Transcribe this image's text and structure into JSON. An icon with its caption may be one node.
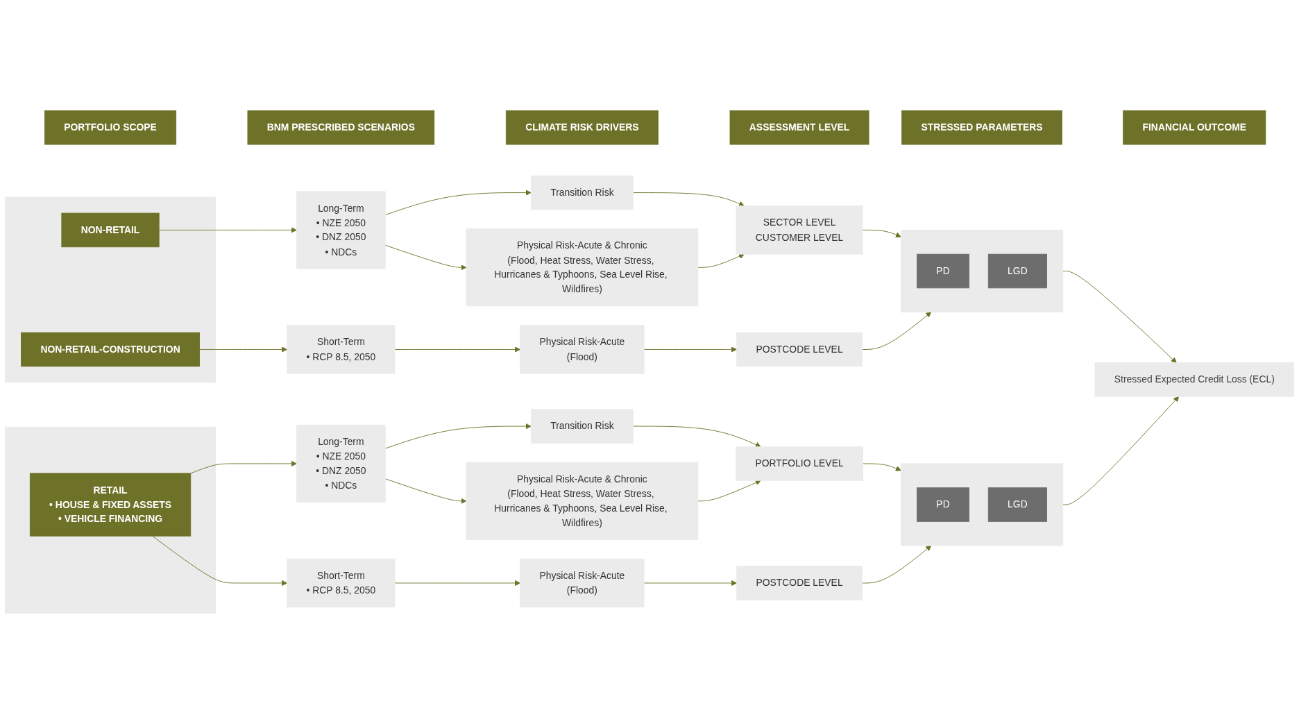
{
  "diagram": {
    "nodes": [
      {
        "text": [
          "PORTFOLIO SCOPE"
        ]
      },
      {
        "text": [
          "BNM PRESCRIBED SCENARIOS"
        ]
      },
      {
        "text": [
          "CLIMATE RISK DRIVERS"
        ]
      },
      {
        "text": [
          "ASSESSMENT LEVEL"
        ]
      },
      {
        "text": [
          "STRESSED PARAMETERS"
        ]
      },
      {
        "text": [
          "FINANCIAL OUTCOME"
        ]
      },
      {
        "text": [],
        "shape": "box"
      },
      {
        "text": [
          "NON-RETAIL"
        ],
        "in": 6
      },
      {
        "text": [
          "NON-RETAIL-CONSTRUCTION"
        ],
        "in": 6
      },
      {
        "text": [
          "Long-Term",
          "• NZE 2050",
          "• DNZ 2050",
          "• NDCs"
        ]
      },
      {
        "text": [
          "Transition Risk"
        ]
      },
      {
        "text": [
          "Physical Risk-Acute & Chronic",
          "(Flood, Heat Stress, Water Stress, Hurricanes & Typhoons, Sea Level Rise, Wildfires)"
        ]
      },
      {
        "text": [
          "SECTOR LEVEL",
          "CUSTOMER LEVEL"
        ]
      },
      {
        "text": [
          "Short-Term",
          "• RCP 8.5, 2050"
        ]
      },
      {
        "text": [
          "Physical Risk-Acute",
          "(Flood)"
        ]
      },
      {
        "text": [
          "POSTCODE LEVEL"
        ]
      },
      {
        "text": [],
        "shape": "box"
      },
      {
        "text": [
          "PD"
        ],
        "in": 16
      },
      {
        "text": [
          "LGD"
        ],
        "in": 16
      },
      {
        "text": [
          "Stressed Expected Credit Loss (ECL)"
        ]
      },
      {
        "text": [],
        "shape": "box"
      },
      {
        "text": [
          "RETAIL",
          "• HOUSE & FIXED ASSETS",
          "• VEHICLE FINANCING"
        ],
        "in": 20
      },
      {
        "text": [
          "Long-Term",
          "• NZE 2050",
          "• DNZ 2050",
          "• NDCs"
        ]
      },
      {
        "text": [
          "Transition Risk"
        ]
      },
      {
        "text": [
          "Physical Risk-Acute & Chronic",
          "(Flood, Heat Stress, Water Stress, Hurricanes & Typhoons, Sea Level Rise, Wildfires)"
        ]
      },
      {
        "text": [
          "PORTFOLIO LEVEL"
        ]
      },
      {
        "text": [
          "Short-Term",
          "• RCP 8.5, 2050"
        ]
      },
      {
        "text": [
          "Physical Risk-Acute",
          "(Flood)"
        ]
      },
      {
        "text": [
          "POSTCODE LEVEL"
        ]
      },
      {
        "text": [],
        "shape": "box"
      },
      {
        "text": [
          "PD"
        ],
        "in": 29
      },
      {
        "text": [
          "LGD"
        ],
        "in": 29
      }
    ],
    "edges": [
      {
        "from": 7,
        "to": 9,
        "arrow": "to"
      },
      {
        "from": 9,
        "to": 10,
        "arrow": "to"
      },
      {
        "from": 9,
        "to": 11,
        "arrow": "to"
      },
      {
        "from": 10,
        "to": 12,
        "arrow": "to"
      },
      {
        "from": 11,
        "to": 12,
        "arrow": "to"
      },
      {
        "from": 12,
        "to": 16,
        "arrow": "to"
      },
      {
        "from": 8,
        "to": 13,
        "arrow": "to"
      },
      {
        "from": 13,
        "to": 14,
        "arrow": "to"
      },
      {
        "from": 14,
        "to": 15,
        "arrow": "to"
      },
      {
        "from": 15,
        "to": 16,
        "arrow": "to"
      },
      {
        "from": 16,
        "to": 19,
        "arrow": "to"
      },
      {
        "from": 21,
        "to": 22,
        "arrow": "to"
      },
      {
        "from": 21,
        "to": 26,
        "arrow": "to"
      },
      {
        "from": 22,
        "to": 23,
        "arrow": "to"
      },
      {
        "from": 22,
        "to": 24,
        "arrow": "to"
      },
      {
        "from": 23,
        "to": 25,
        "arrow": "to"
      },
      {
        "from": 24,
        "to": 25,
        "arrow": "to"
      },
      {
        "from": 25,
        "to": 29,
        "arrow": "to"
      },
      {
        "from": 26,
        "to": 27,
        "arrow": "to"
      },
      {
        "from": 27,
        "to": 28,
        "arrow": "to"
      },
      {
        "from": 28,
        "to": 29,
        "arrow": "to"
      },
      {
        "from": 29,
        "to": 19,
        "arrow": "to"
      }
    ]
  }
}
